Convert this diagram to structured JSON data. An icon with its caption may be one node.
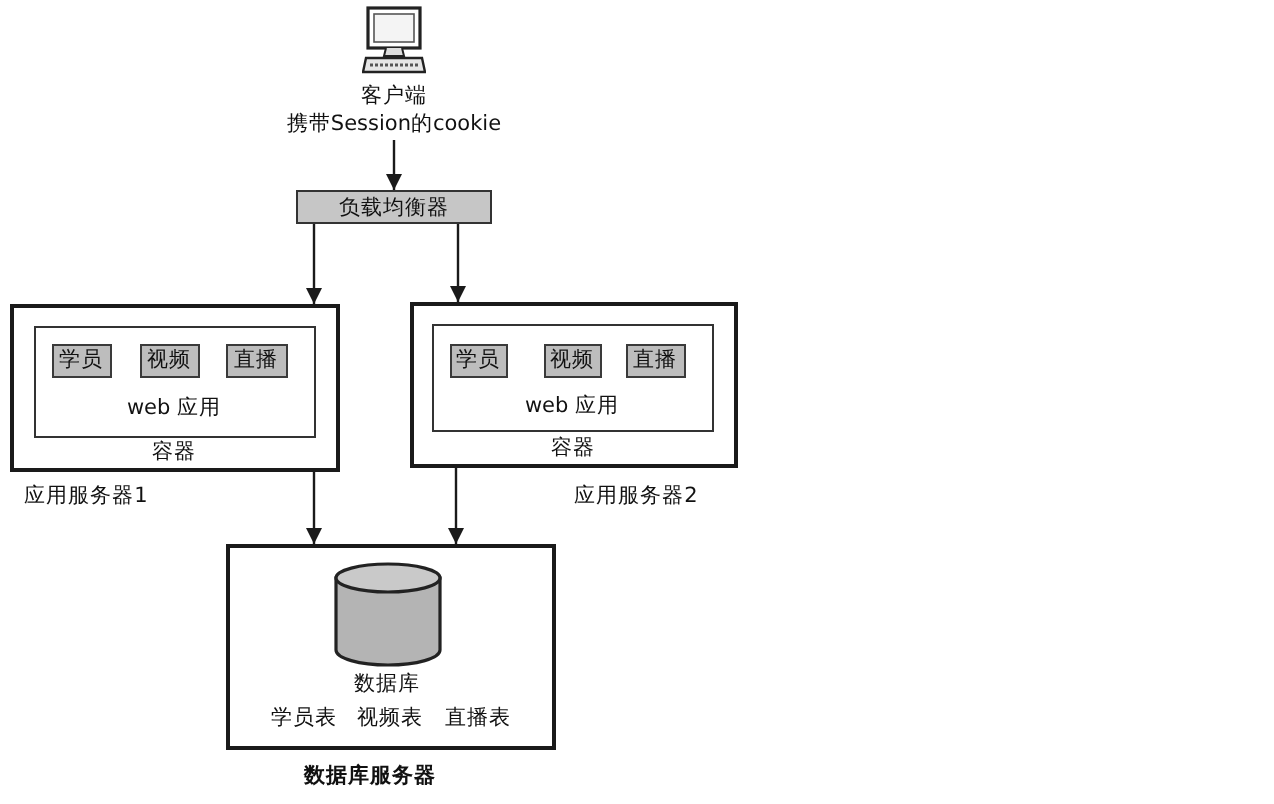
{
  "diagram": {
    "nodes": [
      {
        "text": [
          "客户端",
          "携带Session的cookie"
        ]
      },
      {
        "text": [
          "负载均衡器"
        ]
      },
      {
        "text": [
          "容器"
        ],
        "beside": [
          "应用服务器1"
        ]
      },
      {
        "text": [
          "web 应用"
        ],
        "in": 2
      },
      {
        "text": [
          "学员"
        ],
        "in": 3
      },
      {
        "text": [
          "视频"
        ],
        "in": 3
      },
      {
        "text": [
          "直播"
        ],
        "in": 3
      },
      {
        "text": [
          "容器"
        ],
        "beside": [
          "应用服务器2"
        ]
      },
      {
        "text": [
          "web 应用"
        ],
        "in": 7
      },
      {
        "text": [
          "学员"
        ],
        "in": 8
      },
      {
        "text": [
          "视频"
        ],
        "in": 8
      },
      {
        "text": [
          "直播"
        ],
        "in": 8
      },
      {
        "text": [
          "学员表",
          "视频表",
          "直播表"
        ],
        "beside": [
          "数据库服务器"
        ]
      },
      {
        "text": [
          "数据库"
        ],
        "in": 12
      }
    ],
    "edges": [
      {
        "from": 0,
        "to": 1,
        "arrow": "to"
      },
      {
        "from": 1,
        "to": 2,
        "arrow": "to"
      },
      {
        "from": 1,
        "to": 7,
        "arrow": "to"
      },
      {
        "from": 2,
        "to": 12,
        "arrow": "to"
      },
      {
        "from": 7,
        "to": 12,
        "arrow": "to"
      }
    ]
  }
}
